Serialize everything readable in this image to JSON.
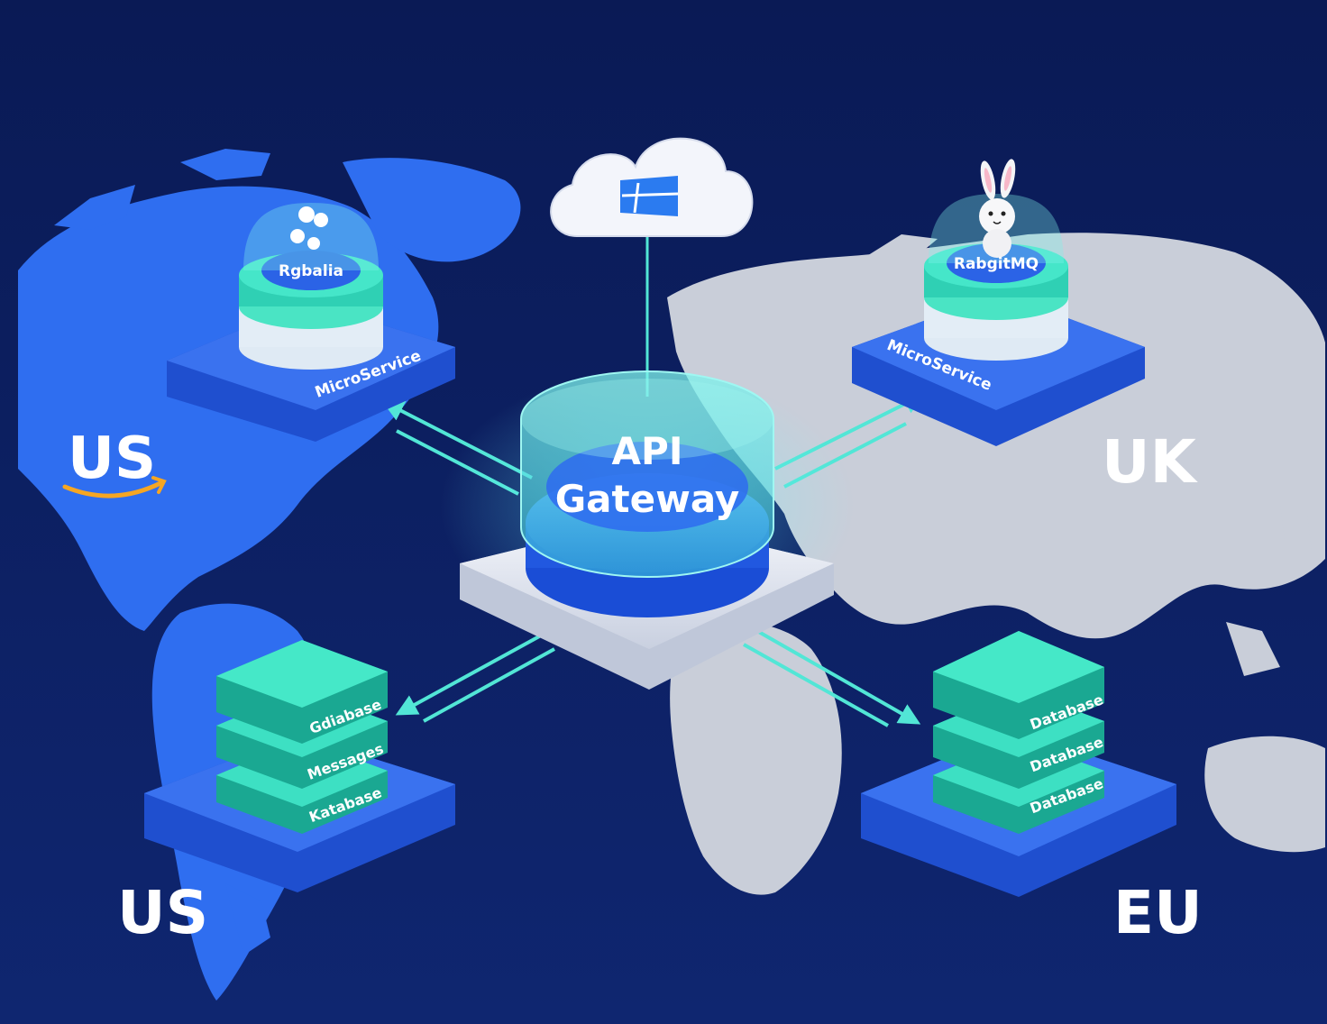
{
  "regions": {
    "top_left": "US",
    "top_right": "UK",
    "bottom_left": "US",
    "bottom_right": "EU"
  },
  "gateway": {
    "line1": "API",
    "line2": "Gateway"
  },
  "services": {
    "left": {
      "broker_label": "Rgbalia",
      "base_label": "MicroService"
    },
    "right": {
      "broker_label": "RabgitMQ",
      "base_label": "MicroService"
    }
  },
  "db_left": {
    "layers": [
      "Gdiabase",
      "Messages",
      "Katabase"
    ]
  },
  "db_right": {
    "layers": [
      "Database",
      "Database",
      "Database"
    ]
  },
  "icons": {
    "cloud": "cloud-icon",
    "windows": "windows-logo-icon",
    "rabbit": "rabbit-mascot-icon",
    "amazon_smile": "amazon-smile-icon",
    "bubbles": "bubbles-icon"
  },
  "colors": {
    "background": "#0d2163",
    "continent_west": "#2f6ef0",
    "continent_east": "#c9ced9",
    "platform_blue": "#2b5fe6",
    "teal": "#3fe0c2",
    "arrow": "#52e6d6",
    "amazon_orange": "#f6a623"
  }
}
